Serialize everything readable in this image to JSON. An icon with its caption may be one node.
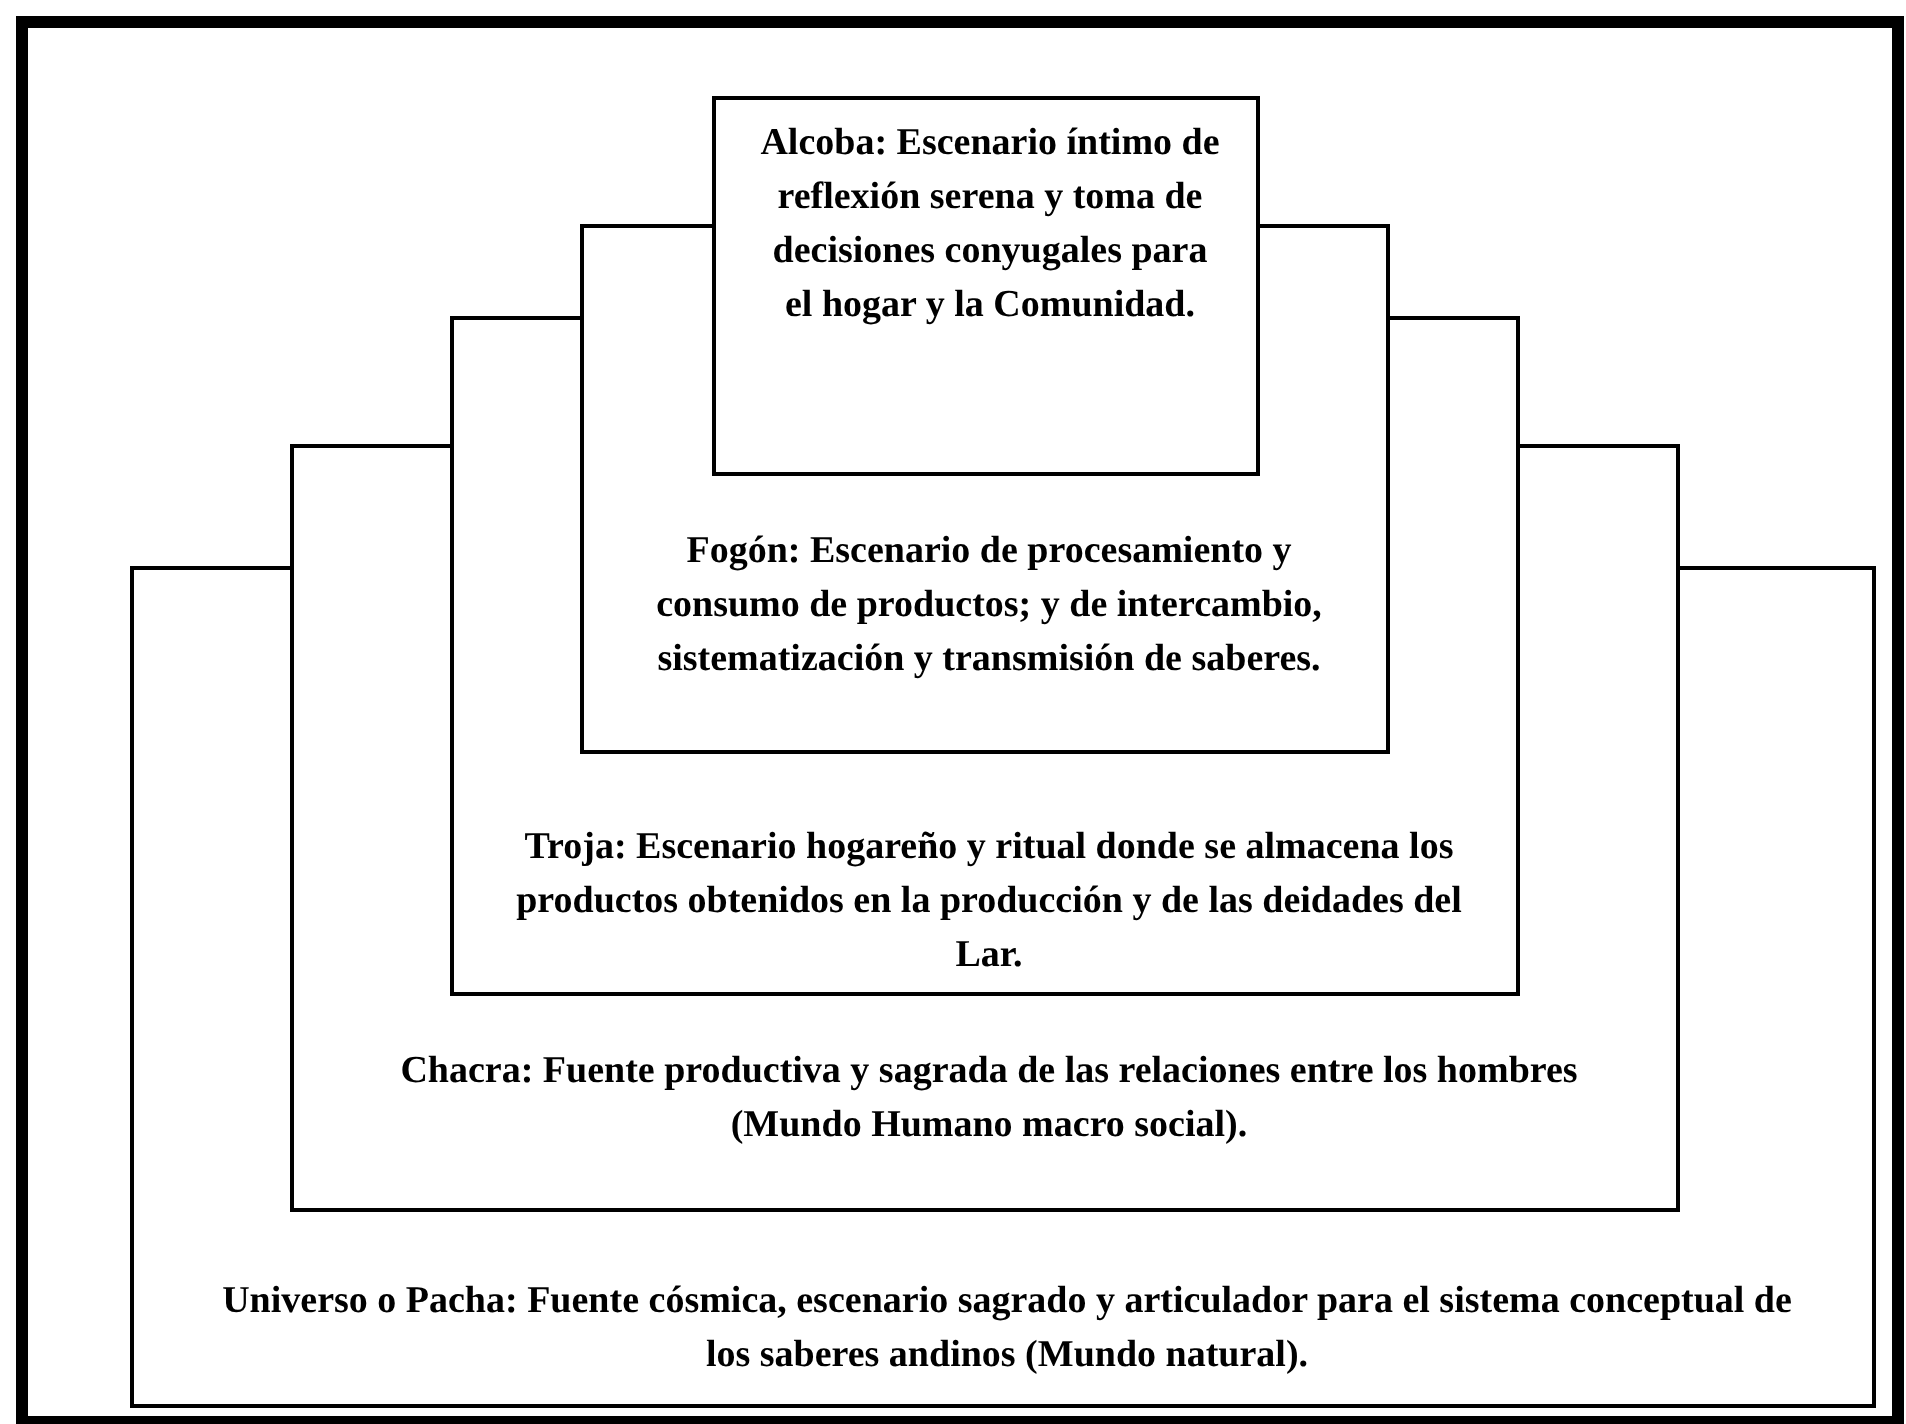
{
  "diagram": {
    "nodes": [
      {
        "text": [
          "Universo o Pacha: Fuente cósmica, escenario sagrado y articulador para el sistema conceptual de los saberes andinos (Mundo natural)."
        ]
      },
      {
        "text": [
          "Chacra: Fuente productiva y sagrada de las relaciones entre los hombres (Mundo Humano macro social)."
        ]
      },
      {
        "text": [
          "Troja: Escenario hogareño y ritual donde se almacena los productos obtenidos en la producción y de las deidades del Lar."
        ]
      },
      {
        "text": [
          "Fogón: Escenario de procesamiento y consumo de productos; y de intercambio, sistematización y transmisión de saberes."
        ]
      },
      {
        "text": [
          "Alcoba: Escenario íntimo de reflexión serena y toma de decisiones conyugales para el hogar y la Comunidad."
        ]
      }
    ]
  }
}
